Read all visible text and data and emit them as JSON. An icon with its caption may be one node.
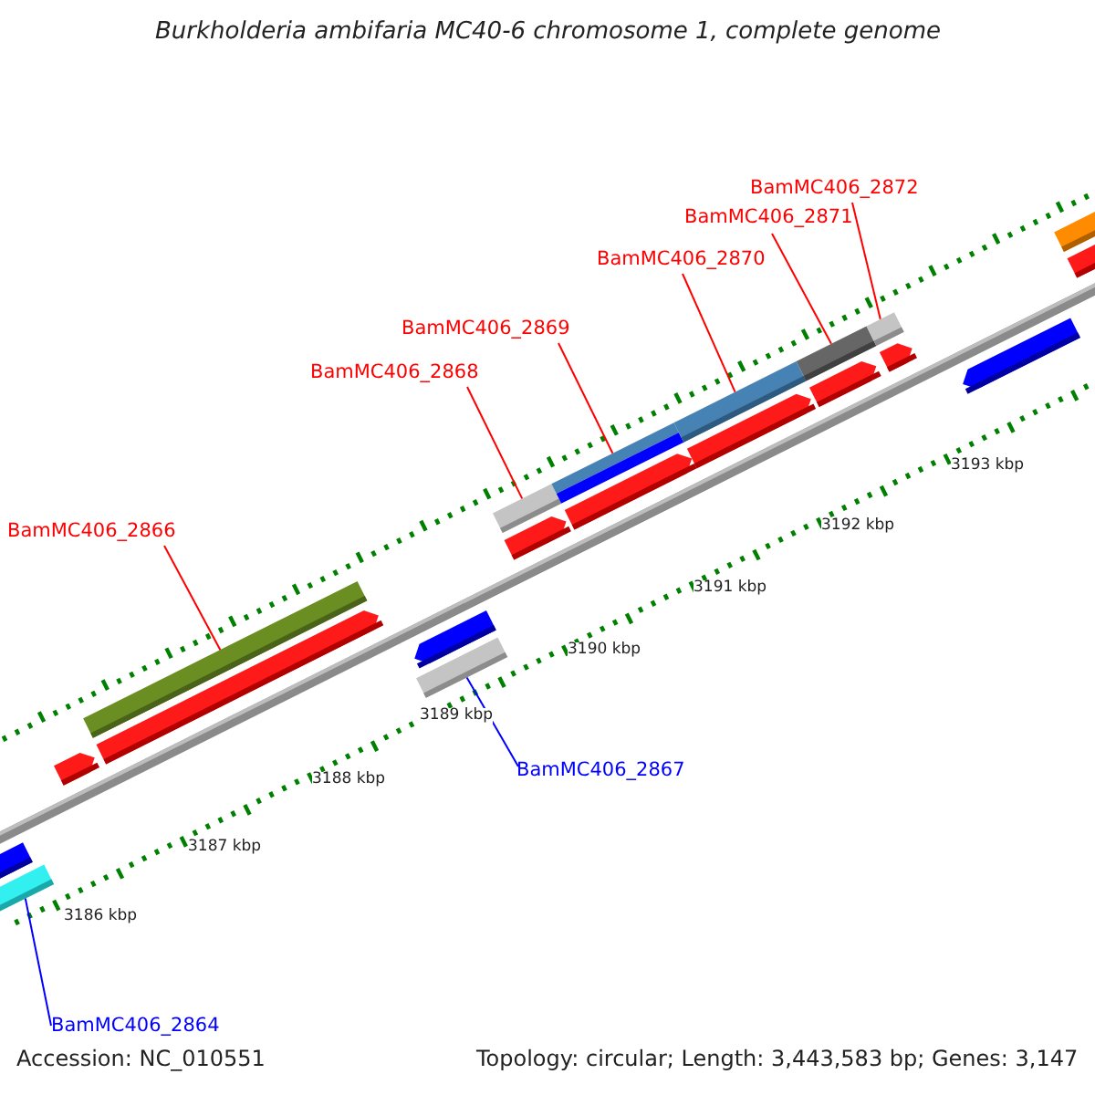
{
  "diagram": {
    "title": "Burkholderia ambifaria MC40-6 chromosome 1, complete genome",
    "nodes": [
      {
        "text": [
          "BamMC406_2872"
        ]
      },
      {
        "text": [],
        "shape": "bar"
      },
      {
        "text": [
          "BamMC406_2871"
        ]
      },
      {
        "text": [],
        "shape": "bar"
      },
      {
        "text": [
          "BamMC406_2870"
        ]
      },
      {
        "text": [],
        "shape": "bar"
      },
      {
        "text": [
          "BamMC406_2869"
        ]
      },
      {
        "text": [],
        "shape": "bar"
      },
      {
        "text": [
          "BamMC406_2868"
        ]
      },
      {
        "text": [],
        "shape": "bar"
      },
      {
        "text": [
          "BamMC406_2866"
        ]
      },
      {
        "text": [],
        "shape": "bar"
      },
      {
        "text": [
          "BamMC406_2867"
        ]
      },
      {
        "text": [],
        "shape": "bar"
      },
      {
        "text": [
          "BamMC406_2864"
        ]
      },
      {
        "text": [],
        "shape": "bar"
      }
    ],
    "edges": [
      {
        "from": 0,
        "to": 1,
        "arrow": "none"
      },
      {
        "from": 2,
        "to": 3,
        "arrow": "none"
      },
      {
        "from": 4,
        "to": 5,
        "arrow": "none"
      },
      {
        "from": 6,
        "to": 7,
        "arrow": "none"
      },
      {
        "from": 8,
        "to": 9,
        "arrow": "none"
      },
      {
        "from": 10,
        "to": 11,
        "arrow": "none"
      },
      {
        "from": 12,
        "to": 13,
        "arrow": "none",
        "color": "#0000ff"
      },
      {
        "from": 14,
        "to": 15,
        "arrow": "none",
        "color": "#0000ff"
      }
    ],
    "labels": [
      "3193 kbp",
      "3192 kbp",
      "3191 kbp",
      "3190 kbp",
      "3189 kbp",
      "3188 kbp",
      "3187 kbp",
      "3186 kbp",
      "Accession: NC_010551",
      "Topology: circular; Length: 3,443,583 bp; Genes: 3,147"
    ]
  }
}
